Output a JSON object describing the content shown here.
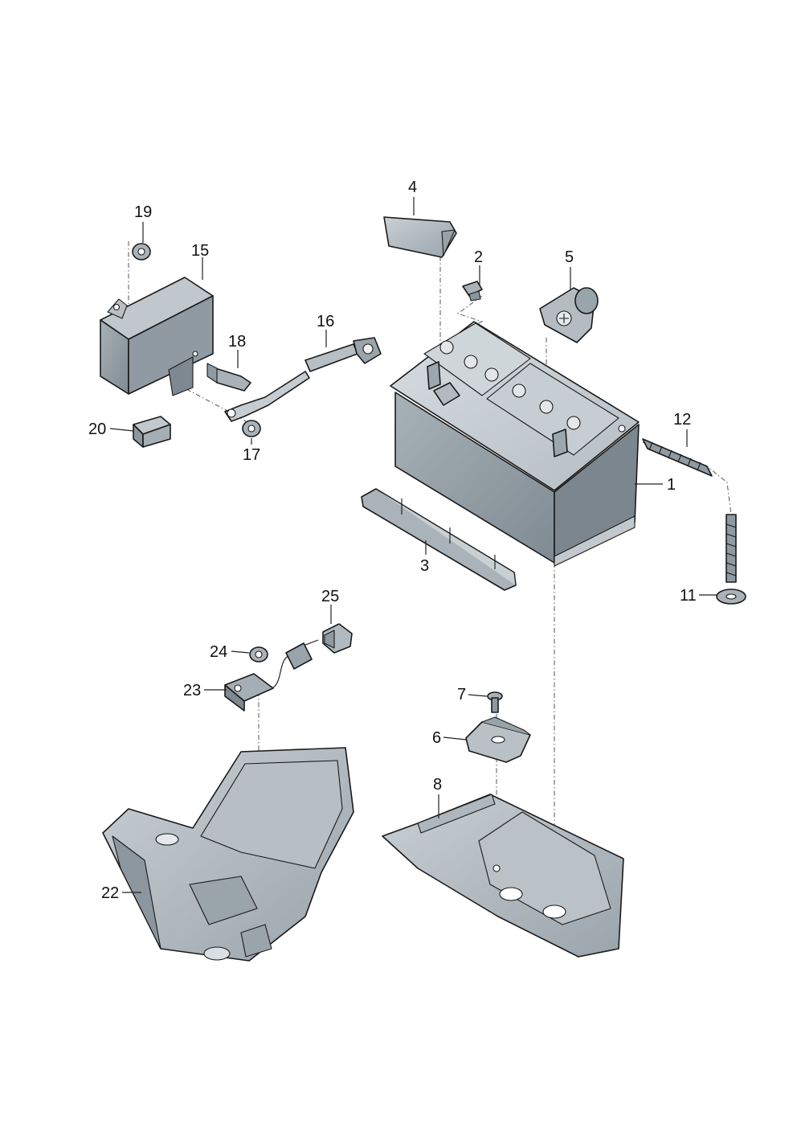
{
  "callouts": [
    {
      "id": "p1",
      "text": "1"
    },
    {
      "id": "p2",
      "text": "2"
    },
    {
      "id": "p3",
      "text": "3"
    },
    {
      "id": "p4",
      "text": "4"
    },
    {
      "id": "p5",
      "text": "5"
    },
    {
      "id": "p6",
      "text": "6"
    },
    {
      "id": "p7",
      "text": "7"
    },
    {
      "id": "p8",
      "text": "8"
    },
    {
      "id": "p11",
      "text": "11"
    },
    {
      "id": "p12",
      "text": "12"
    },
    {
      "id": "p15",
      "text": "15"
    },
    {
      "id": "p16",
      "text": "16"
    },
    {
      "id": "p17",
      "text": "17"
    },
    {
      "id": "p18",
      "text": "18"
    },
    {
      "id": "p19",
      "text": "19"
    },
    {
      "id": "p20",
      "text": "20"
    },
    {
      "id": "p22",
      "text": "22"
    },
    {
      "id": "p23",
      "text": "23"
    },
    {
      "id": "p24",
      "text": "24"
    },
    {
      "id": "p25",
      "text": "25"
    }
  ],
  "colors": {
    "part_light": "#c7ced3",
    "part_mid": "#9ea8af",
    "part_dark": "#6f7a82",
    "outline": "#1a1a1a",
    "background": "#ffffff"
  }
}
